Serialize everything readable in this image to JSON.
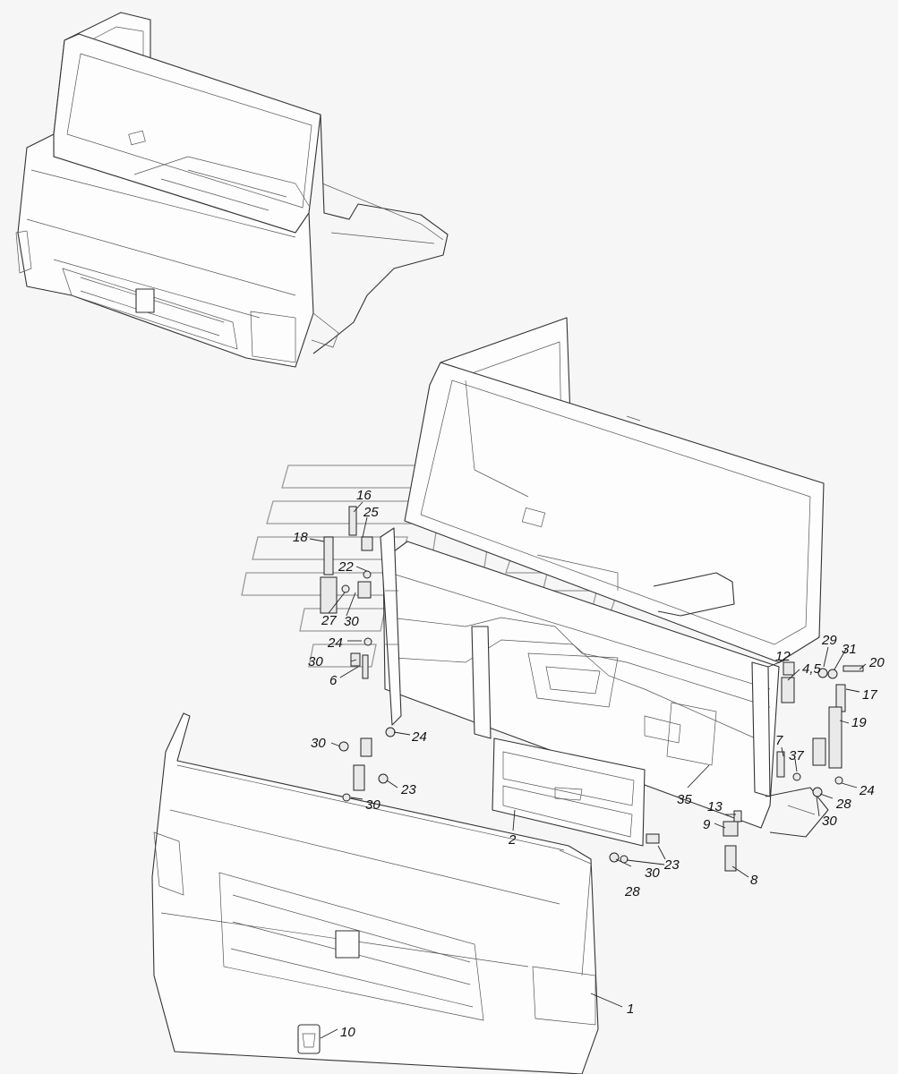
{
  "background": "#f6f6f6",
  "line_color": "#333333",
  "callouts": [
    "1",
    "2",
    "4,5",
    "6",
    "7",
    "8",
    "9",
    "10",
    "12",
    "13",
    "16",
    "17",
    "18",
    "19",
    "20",
    "22",
    "23",
    "23",
    "24",
    "24",
    "24",
    "25",
    "27",
    "28",
    "28",
    "29",
    "30",
    "30",
    "30",
    "30",
    "30",
    "30",
    "31",
    "35",
    "37"
  ]
}
